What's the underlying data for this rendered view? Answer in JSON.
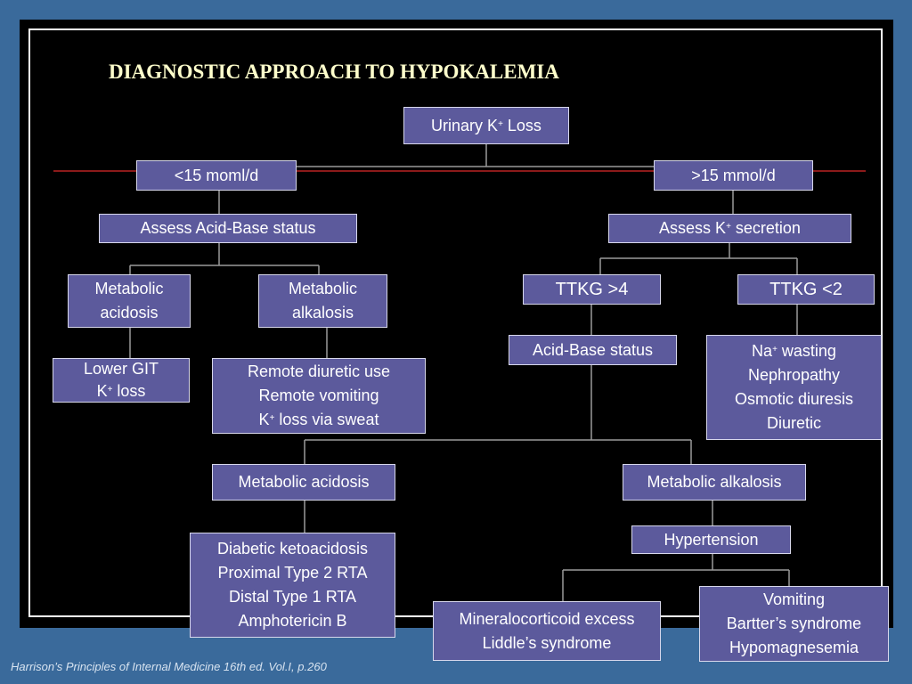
{
  "title": "DIAGNOSTIC APPROACH TO HYPOKALEMIA",
  "citation": "Harrison’s Principles of Internal Medicine 16th ed. Vol.I, p.260",
  "nodes": {
    "urinary_k_loss": {
      "pre": "Urinary K",
      "sup": "+",
      "post": " Loss"
    },
    "lt15": "<15 moml/d",
    "gt15": ">15 mmol/d",
    "assess_acid_base": "Assess Acid-Base status",
    "assess_k_secretion": {
      "pre": "Assess K",
      "sup": "+",
      "post": " secretion"
    },
    "metabolic_acidosis_left": [
      "Metabolic",
      "acidosis"
    ],
    "metabolic_alkalosis_left": [
      "Metabolic",
      "alkalosis"
    ],
    "lower_git": {
      "line1": "Lower GIT",
      "pre": "K",
      "sup": "+",
      "post": " loss"
    },
    "remote": {
      "line1": "Remote diuretic use",
      "line2": "Remote vomiting",
      "pre": "K",
      "sup": "+",
      "post": " loss via sweat"
    },
    "ttkg_gt4": "TTKG >4",
    "ttkg_lt2": "TTKG <2",
    "acid_base_status": "Acid-Base status",
    "na_wasting": {
      "pre": "Na",
      "sup": "+",
      "post": " wasting",
      "line2": "Nephropathy",
      "line3": "Osmotic diuresis",
      "line4": "Diuretic"
    },
    "metabolic_acidosis_bottom": "Metabolic acidosis",
    "metabolic_alkalosis_bottom": "Metabolic alkalosis",
    "hypertension": "Hypertension",
    "dka_causes": [
      "Diabetic ketoacidosis",
      "Proximal Type 2 RTA",
      "Distal Type 1 RTA",
      "Amphotericin B"
    ],
    "mineralocorticoid": [
      "Mineralocorticoid excess",
      "Liddle’s syndrome"
    ],
    "vomiting": [
      "Vomiting",
      "Bartter’s syndrome",
      "Hypomagnesemia"
    ]
  }
}
